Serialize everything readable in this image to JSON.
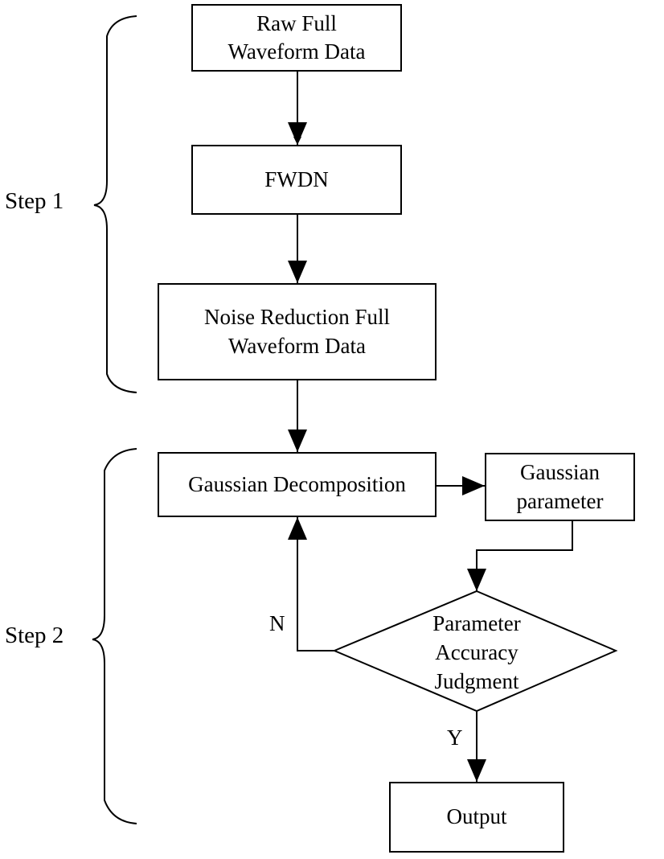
{
  "groups": {
    "step1": "Step 1",
    "step2": "Step 2"
  },
  "nodes": {
    "raw": [
      "Raw Full",
      "Waveform Data"
    ],
    "fwdn": "FWDN",
    "noise_reduction": [
      "Noise Reduction Full",
      "Waveform Data"
    ],
    "gaussian_decomposition": "Gaussian Decomposition",
    "gaussian_parameter": [
      "Gaussian",
      "parameter"
    ],
    "judgment": [
      "Parameter",
      "Accuracy",
      "Judgment"
    ],
    "output": "Output"
  },
  "edge_labels": {
    "no": "N",
    "yes": "Y"
  }
}
